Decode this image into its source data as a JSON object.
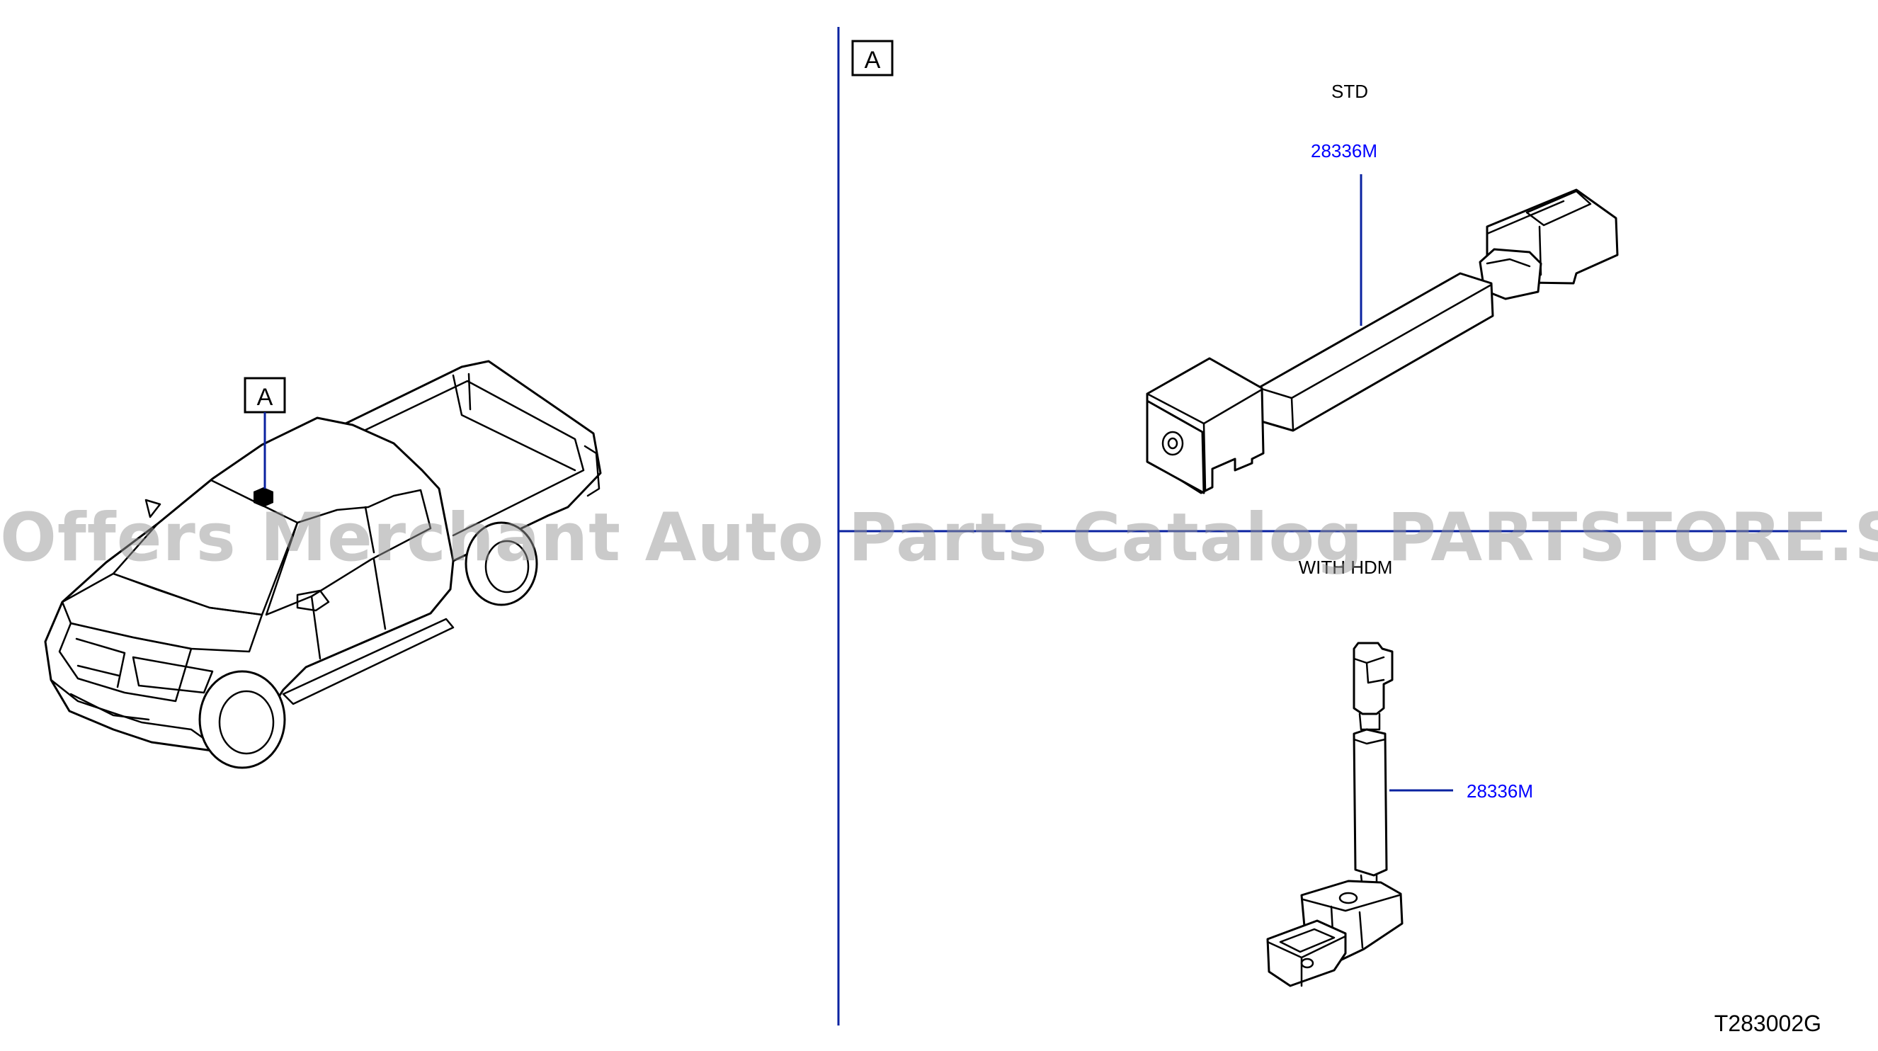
{
  "labels": {
    "callout_vehicle": "A",
    "callout_detail": "A",
    "variant_std": "STD",
    "variant_hdm": "WITH  HDM",
    "part_std": "28336M",
    "part_hdm": "28336M",
    "drawing_number": "T283002G"
  },
  "watermark": "Offers Merchant Auto Parts Catalog PARTSTORE.SA",
  "colors": {
    "leader_line": "#0a22a0",
    "part_number_text": "#0000ff",
    "outline": "#000000"
  }
}
